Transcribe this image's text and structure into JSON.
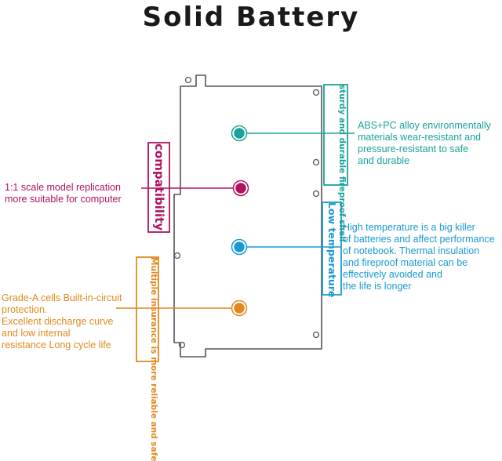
{
  "title": "Solid Battery",
  "colors": {
    "teal": "#1aa39a",
    "magenta": "#b0135f",
    "blue": "#1b9ad0",
    "orange": "#e08a1e",
    "outline": "#555555"
  },
  "features": [
    {
      "id": "shell",
      "label": "sturdy and durable\nfireproof shell",
      "description": "ABS+PC alloy environmentally\nmaterials wear-resistant and\npressure-resistant to safe\nand durable",
      "color": "#1aa39a"
    },
    {
      "id": "compatibility",
      "label": "compatibility",
      "description": "1:1 scale model replication\nmore suitable for computer",
      "color": "#b0135f"
    },
    {
      "id": "low-temp",
      "label": "Low temperature",
      "description": "High temperature is a big killer\nof batteries and affect performance\nof notebook. Thermal insulation\nand fireproof material can be\neffectively avoided and\nthe life is longer",
      "color": "#1b9ad0"
    },
    {
      "id": "insurance",
      "label": "Multiple insurance is\nmore reliable and safe",
      "description": "Grade-A cells Built-in-circuit\nprotection.\nExcellent discharge curve\nand low internal\nresistance Long cycle life",
      "color": "#e08a1e"
    }
  ]
}
